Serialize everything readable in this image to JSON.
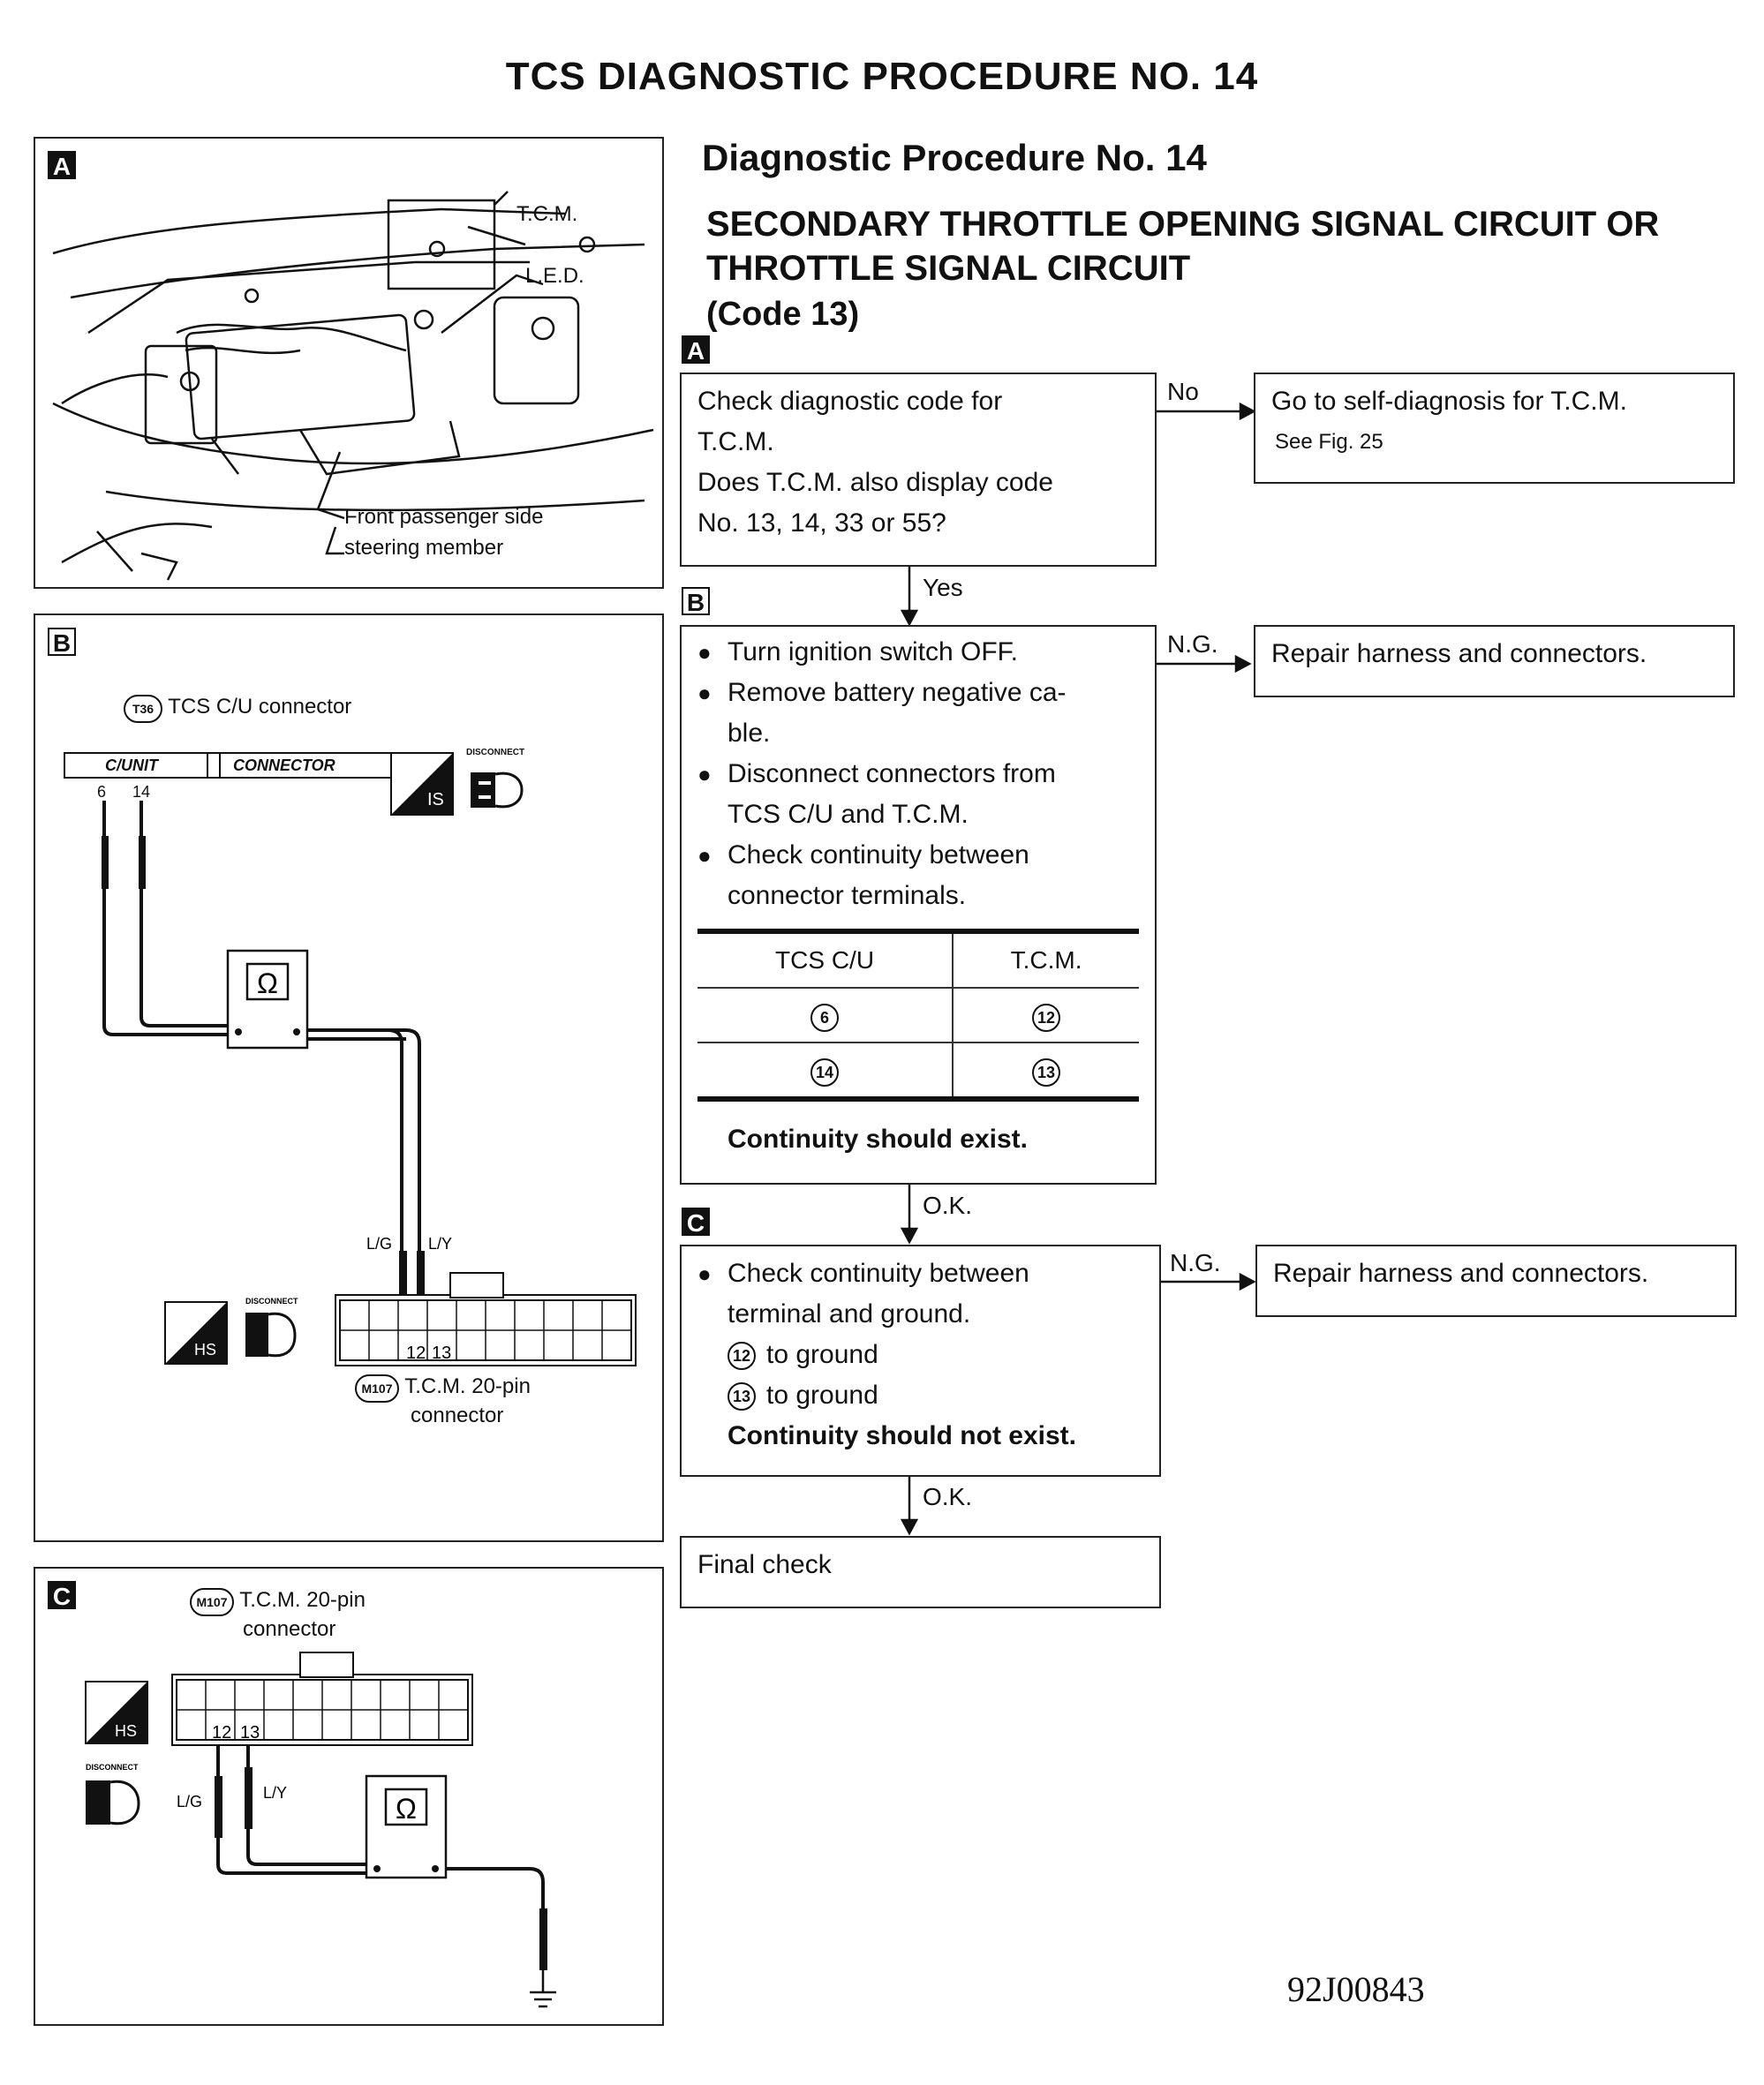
{
  "page_title": "TCS DIAGNOSTIC PROCEDURE NO. 14",
  "right": {
    "heading": "Diagnostic Procedure No. 14",
    "subheading_line1": "SECONDARY THROTTLE OPENING SIGNAL CIRCUIT OR",
    "subheading_line2": "THROTTLE SIGNAL CIRCUIT",
    "code": "(Code 13)"
  },
  "letters": {
    "a": "A",
    "b": "B",
    "c": "C"
  },
  "flow": {
    "stepA": {
      "lines": [
        "Check diagnostic code for",
        "T.C.M.",
        "Does T.C.M. also display code",
        "No. 13, 14, 33 or 55?"
      ],
      "no_label": "No",
      "no_box_lines": [
        "Go to self-diagnosis for T.C.M.",
        "See Fig. 25"
      ],
      "yes_label": "Yes"
    },
    "stepB": {
      "bullets": [
        "Turn ignition switch OFF.",
        "Remove battery negative ca-",
        "ble.",
        "Disconnect connectors from",
        "TCS C/U and T.C.M.",
        "Check continuity between",
        "connector terminals."
      ],
      "table_headers": [
        "TCS C/U",
        "T.C.M."
      ],
      "table_rows": [
        [
          "6",
          "12"
        ],
        [
          "14",
          "13"
        ]
      ],
      "result": "Continuity should exist.",
      "ng_label": "N.G.",
      "ng_box": "Repair harness and connectors.",
      "ok_label": "O.K."
    },
    "stepC": {
      "bullet_line1": "Check continuity between",
      "bullet_line2": "terminal and ground.",
      "item1_num": "12",
      "item1_text": "to ground",
      "item2_num": "13",
      "item2_text": "to ground",
      "result": "Continuity should not exist.",
      "ng_label": "N.G.",
      "ng_box": "Repair harness and connectors.",
      "ok_label": "O.K."
    },
    "final": "Final check"
  },
  "figA": {
    "label_tcm": "T.C.M.",
    "label_led": "L.E.D.",
    "label_front1": "Front passenger side",
    "label_front2": "steering member"
  },
  "figB": {
    "conn_code": "T36",
    "conn_label": "TCS C/U connector",
    "cunit": "C/UNIT",
    "connector": "CONNECTOR",
    "pin_a": "6",
    "pin_b": "14",
    "omega": "Ω",
    "is_badge": "IS",
    "hs_badge": "HS",
    "disconnect": "DISCONNECT",
    "wire1": "L/G",
    "wire2": "L/Y",
    "tpin1": "12",
    "tpin2": "13",
    "tcm_code": "M107",
    "tcm_label1": "T.C.M. 20-pin",
    "tcm_label2": "connector"
  },
  "figC": {
    "tcm_code": "M107",
    "tcm_label1": "T.C.M. 20-pin",
    "tcm_label2": "connector",
    "hs_badge": "HS",
    "disconnect": "DISCONNECT",
    "wire1": "L/G",
    "wire2": "L/Y",
    "tpin1": "12",
    "tpin2": "13",
    "omega": "Ω"
  },
  "figure_code": "92J00843"
}
